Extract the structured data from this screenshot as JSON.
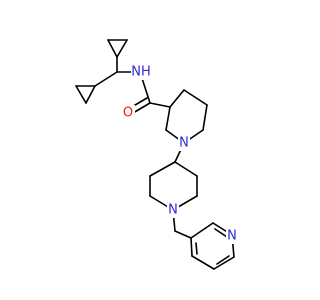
{
  "molecule": {
    "atom_labels": {
      "amide_nh": "NH",
      "amide_o": "O",
      "pip1_n": "N",
      "pip2_n": "N",
      "pyridine_n": "N"
    },
    "colors": {
      "bond": "#000000",
      "nitrogen": "#2b2bd6",
      "oxygen": "#e0201e"
    }
  }
}
